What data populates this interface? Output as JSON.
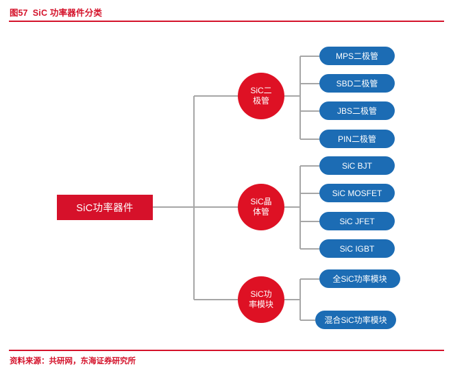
{
  "header": {
    "figure_label": "图57",
    "title": "SiC 功率器件分类",
    "accent_color": "#D4122A"
  },
  "footer": {
    "source": "资料来源：共研网，东海证券研究所"
  },
  "colors": {
    "root_red": "#D6112A",
    "circle_red": "#DE1124",
    "leaf_blue": "#1C6CB4",
    "connector_gray": "#A6A6A6"
  },
  "diagram": {
    "type": "tree",
    "root": {
      "label": "SiC功率器件"
    },
    "branches": [
      {
        "id": "diode",
        "circle_line1": "SiC二",
        "circle_line2": "极管",
        "circle_label": "SiC二极管",
        "leaves": [
          {
            "label": "MPS二极管"
          },
          {
            "label": "SBD二极管"
          },
          {
            "label": "JBS二极管"
          },
          {
            "label": "PIN二极管"
          }
        ]
      },
      {
        "id": "transistor",
        "circle_line1": "SiC晶",
        "circle_line2": "体管",
        "circle_label": "SiC晶体管",
        "leaves": [
          {
            "label": "SiC BJT"
          },
          {
            "label": "SiC MOSFET"
          },
          {
            "label": "SiC JFET"
          },
          {
            "label": "SiC IGBT"
          }
        ]
      },
      {
        "id": "module",
        "circle_line1": "SiC功",
        "circle_line2": "率模块",
        "circle_label": "SiC功率模块",
        "leaves": [
          {
            "label": "全SiC功率模块"
          },
          {
            "label": "混合SiC功率模块"
          }
        ]
      }
    ]
  }
}
